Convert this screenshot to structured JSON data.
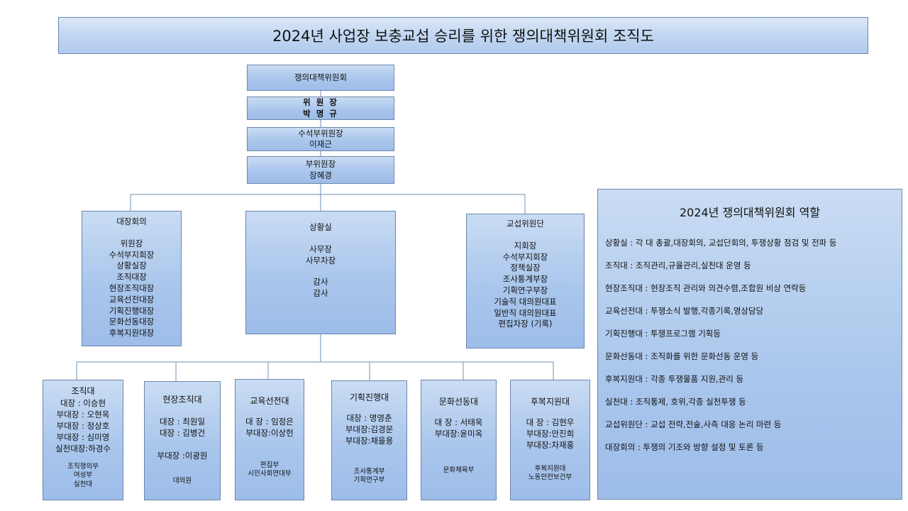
{
  "title": "2024년 사업장 보충교섭 승리를 위한 쟁의대책위원회 조직도",
  "top": {
    "committee": "쟁의대책위원회",
    "chair": {
      "label": "위 원 장",
      "name": "박 명 규"
    },
    "senior_vice": {
      "label": "수석부위원장",
      "name": "이재근"
    },
    "vice": {
      "label": "부위원장",
      "name": "장혜경"
    }
  },
  "middle": {
    "leaders_meeting": {
      "title": "대장회의",
      "members": [
        "위원장",
        "수석부지회장",
        "상황실장",
        "조직대장",
        "현장조직대장",
        "교육선전대장",
        "기획진행대장",
        "문화선동대장",
        "후복지원대장"
      ]
    },
    "situation_room": {
      "title": "상황실",
      "group1": [
        "사무장",
        "사무차장"
      ],
      "group2": [
        "감사",
        "감사"
      ]
    },
    "negotiation_team": {
      "title": "교섭위원단",
      "members": [
        "지회장",
        "수석부지회장",
        "정책실장",
        "조사통계부장",
        "기획연구부장",
        "기술직 대의원대표",
        "일반직 대의원대표",
        "편집차장 (기록)"
      ]
    }
  },
  "departments": [
    {
      "title": "조직대",
      "leaders": [
        "대장 : 이승현",
        "부대장 : 오현옥",
        "부대장 : 정상호",
        "부대장 : 심미영",
        "실천대장:하경수"
      ],
      "units": [
        "조직쟁의부",
        "여성부",
        "실천대"
      ]
    },
    {
      "title": "현장조직대",
      "leaders": [
        "대장 : 최원일",
        "대장 : 김병건",
        "",
        "부대장 :이광원"
      ],
      "units": [
        "대의원"
      ]
    },
    {
      "title": "교육선전대",
      "leaders": [
        "대 장 : 임정은",
        "부대장:이상헌"
      ],
      "units": [
        "편집부",
        "시민사회연대부"
      ]
    },
    {
      "title": "기획진행대",
      "leaders": [
        "대장 : 명영춘",
        "부대장:김경문",
        "부대장:채을용"
      ],
      "units": [
        "조사통계부",
        "기획연구부"
      ]
    },
    {
      "title": "문화선동대",
      "leaders": [
        "대 장 : 서태욱",
        "부대장:윤미옥"
      ],
      "units": [
        "문화체육부"
      ]
    },
    {
      "title": "후복지원대",
      "leaders": [
        "대 장 : 김현우",
        "부대장:안진희",
        "부대장:차재홍"
      ],
      "units": [
        "후복지원대",
        "노동안전보건부"
      ]
    }
  ],
  "roles": {
    "title": "2024년 쟁의대책위원회 역할",
    "items": [
      "상황실 : 각 대 총괄,대장회의, 교섭단회의, 투쟁상황 점검 및 전파 등",
      "조직대 : 조직관리,규율관리,실천대  운영 등",
      "현장조직대 : 현장조직 관리와 의견수렴,조합원 비상 연락등",
      "교육선전대 : 투쟁소식 발행,각종기록,영상담당",
      "기획진행대 : 투쟁프로그램 기획등",
      "문화선동대 : 조직화를 위한 문화선동 운영 등",
      "후복지원대 : 각종 투쟁물품 지원,관리 등",
      "실천대 :  조직통제, 호위,각종 실천투쟁 등",
      "교섭위원단 : 교섭 전략,전술,사측 대응 논리 마련 등",
      "대장회의 : 투쟁의 기조와 방향 설정 및 토론 등"
    ]
  }
}
